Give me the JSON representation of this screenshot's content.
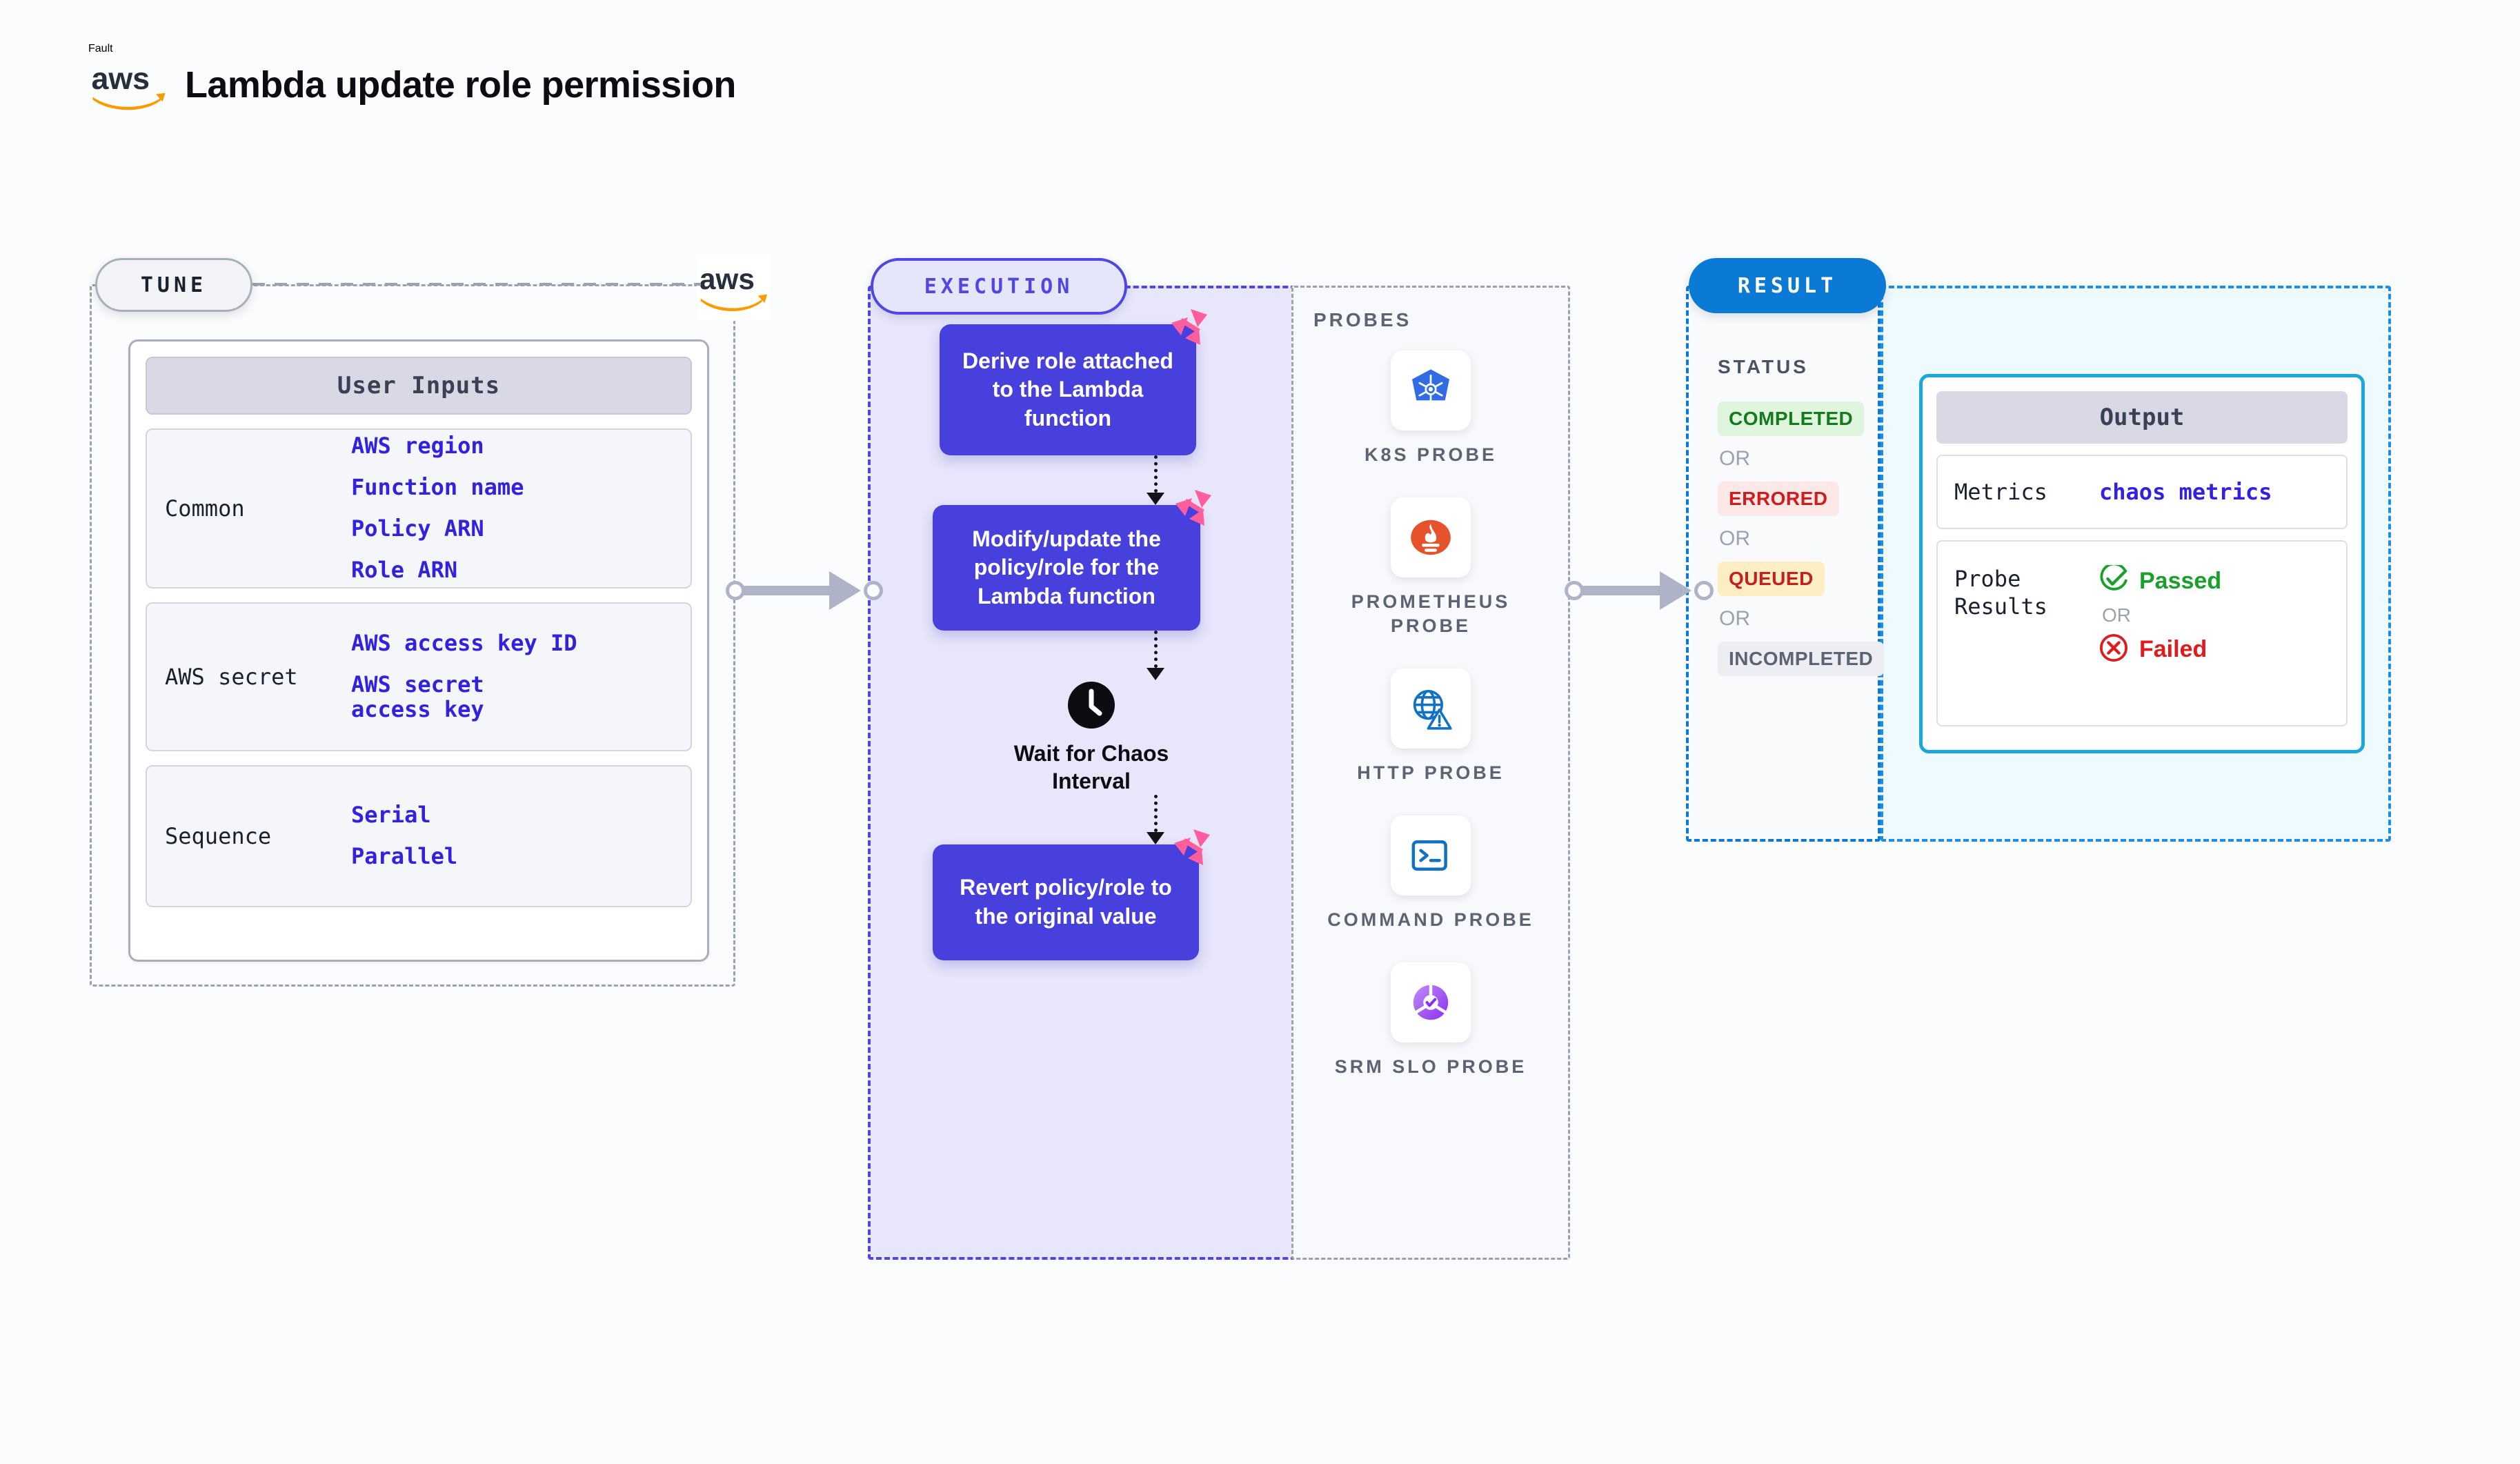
{
  "header": {
    "kicker": "Fault",
    "logo_icon": "aws-logo",
    "title": "Lambda update role permission"
  },
  "sections": {
    "tune": {
      "label": "TUNE",
      "logo_icon": "aws-logo"
    },
    "execution": {
      "label": "EXECUTION"
    },
    "result": {
      "label": "RESULT"
    }
  },
  "tune": {
    "card_title": "User Inputs",
    "groups": [
      {
        "label": "Common",
        "values": [
          "AWS region",
          "Function name",
          "Policy ARN",
          "Role ARN"
        ]
      },
      {
        "label": "AWS secret",
        "values": [
          "AWS access key ID",
          "AWS secret access key"
        ]
      },
      {
        "label": "Sequence",
        "values": [
          "Serial",
          "Parallel"
        ]
      }
    ]
  },
  "execution": {
    "steps": [
      {
        "type": "box",
        "text": "Derive role attached to the Lambda function",
        "badge_icon": "chaos-badge-icon"
      },
      {
        "type": "box",
        "text": "Modify/update the policy/role for the Lambda function",
        "badge_icon": "chaos-badge-icon"
      },
      {
        "type": "wait",
        "text": "Wait for Chaos Interval",
        "icon": "clock-icon"
      },
      {
        "type": "box",
        "text": "Revert policy/role to the original value",
        "badge_icon": "chaos-badge-icon"
      }
    ]
  },
  "probes": {
    "title": "PROBES",
    "items": [
      {
        "label": "K8S PROBE",
        "icon": "kubernetes-icon"
      },
      {
        "label": "PROMETHEUS PROBE",
        "icon": "prometheus-icon"
      },
      {
        "label": "HTTP PROBE",
        "icon": "http-globe-warning-icon"
      },
      {
        "label": "COMMAND PROBE",
        "icon": "terminal-icon"
      },
      {
        "label": "SRM SLO PROBE",
        "icon": "srm-slo-icon"
      }
    ]
  },
  "result": {
    "status_title": "STATUS",
    "or_label": "OR",
    "statuses": [
      {
        "label": "COMPLETED",
        "color": "#147a1c",
        "bg": "#dff5de"
      },
      {
        "label": "ERRORED",
        "color": "#cf1c1c",
        "bg": "#fde8e8"
      },
      {
        "label": "QUEUED",
        "color": "#c51f1f",
        "bg": "#fdeec4"
      },
      {
        "label": "INCOMPLETED",
        "color": "#5b6374",
        "bg": "#eceef3"
      }
    ]
  },
  "output": {
    "title": "Output",
    "rows": [
      {
        "key": "Metrics",
        "value": "chaos metrics"
      }
    ],
    "probe_results": {
      "key": "Probe Results",
      "passed": "Passed",
      "or_label": "OR",
      "failed": "Failed",
      "pass_icon": "check-circle-icon",
      "fail_icon": "x-circle-icon"
    }
  },
  "connectors": [
    {
      "name": "tune-to-execution"
    },
    {
      "name": "execution-to-result"
    }
  ],
  "colors": {
    "indigo": "#4f46e5",
    "flow_box": "#4840dd",
    "mono_value": "#3222e0",
    "result_blue": "#0b7ad4",
    "output_border": "#19a7e0",
    "chaos_pink": "#ff5e9c",
    "aws_orange": "#ff9900"
  }
}
